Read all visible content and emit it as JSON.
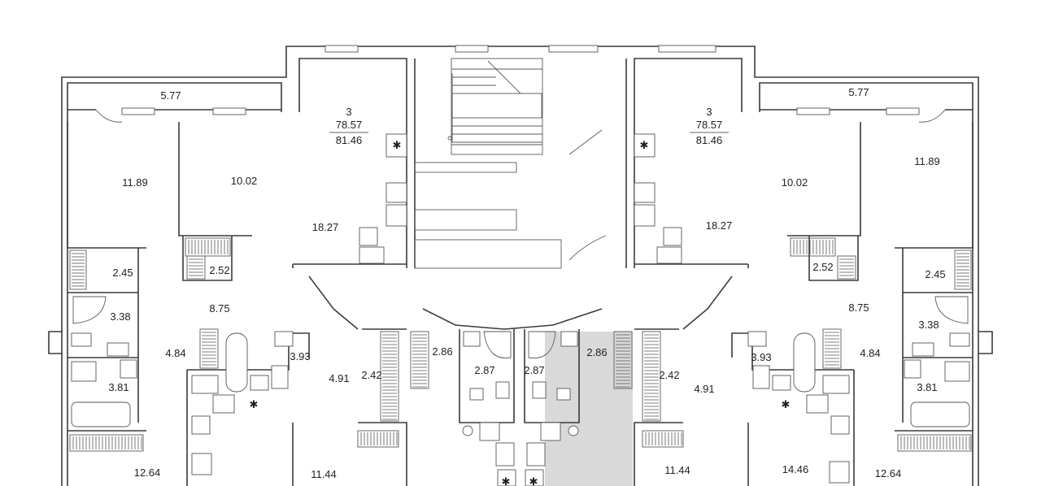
{
  "apartment_left": {
    "rooms_label": "3",
    "area_living": "78.57",
    "area_total": "81.46"
  },
  "apartment_right": {
    "rooms_label": "3",
    "area_living": "78.57",
    "area_total": "81.46"
  },
  "room_areas": {
    "balcony_left": "5.77",
    "balcony_right": "5.77",
    "bedroom_left_outer": "11.89",
    "bedroom_left_inner": "10.02",
    "kitchen_left": "18.27",
    "kitchen_right": "18.27",
    "bedroom_right_inner": "10.02",
    "bedroom_right_outer": "11.89",
    "storage_left_a": "2.45",
    "storage_left_b": "2.52",
    "storage_right_b": "2.52",
    "storage_right_a": "2.45",
    "bath_left_a": "3.38",
    "bath_right_a": "3.38",
    "hall_left": "8.75",
    "hall_right": "8.75",
    "hall_left_b": "4.84",
    "hall_right_b": "4.84",
    "bath_left_b": "3.81",
    "bath_right_b": "3.81",
    "bath_left_c": "3.93",
    "bath_right_c": "3.93",
    "hall_left_c": "4.91",
    "hall_right_c": "4.91",
    "wardrobe_left": "2.42",
    "wardrobe_right": "2.42",
    "hall_studio_left": "2.86",
    "hall_studio_right": "2.86",
    "bath_studio_left": "2.87",
    "bath_studio_right": "2.87",
    "room_left_bottom": "12.64",
    "room_left_mid_bottom": "11.44",
    "room_right_mid_bottom": "11.44",
    "room_right_bottom_a": "14.46",
    "room_right_bottom_b": "12.64"
  },
  "icons": {
    "star": "✱"
  }
}
